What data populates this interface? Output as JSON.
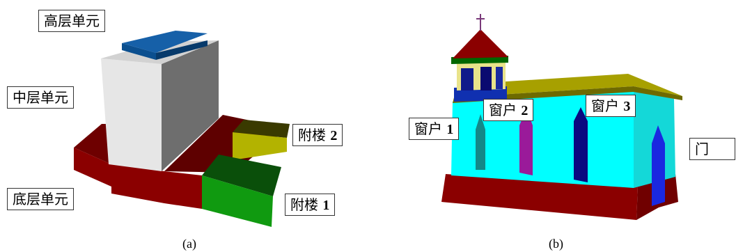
{
  "panel_a": {
    "labels": {
      "high": "高层单元",
      "mid": "中层单元",
      "low": "底层单元",
      "annex2_text": "附楼",
      "annex2_num": "2",
      "annex1_text": "附楼",
      "annex1_num": "1"
    },
    "caption": "(a)"
  },
  "panel_b": {
    "labels": {
      "window1_text": "窗户",
      "window1_num": "1",
      "window2_text": "窗户",
      "window2_num": "2",
      "window3_text": "窗户",
      "window3_num": "3",
      "door": "门"
    },
    "caption": "(b)"
  },
  "colors": {
    "tower_white": "#e6e6e6",
    "tower_grey": "#6e6e6e",
    "roof_blue": "#0b4f8f",
    "base_red": "#8b0000",
    "annex_yellow": "#b3b300",
    "annex_green": "#109a10",
    "wall_cyan": "#00ffff",
    "roof_olive": "#a7a000"
  }
}
